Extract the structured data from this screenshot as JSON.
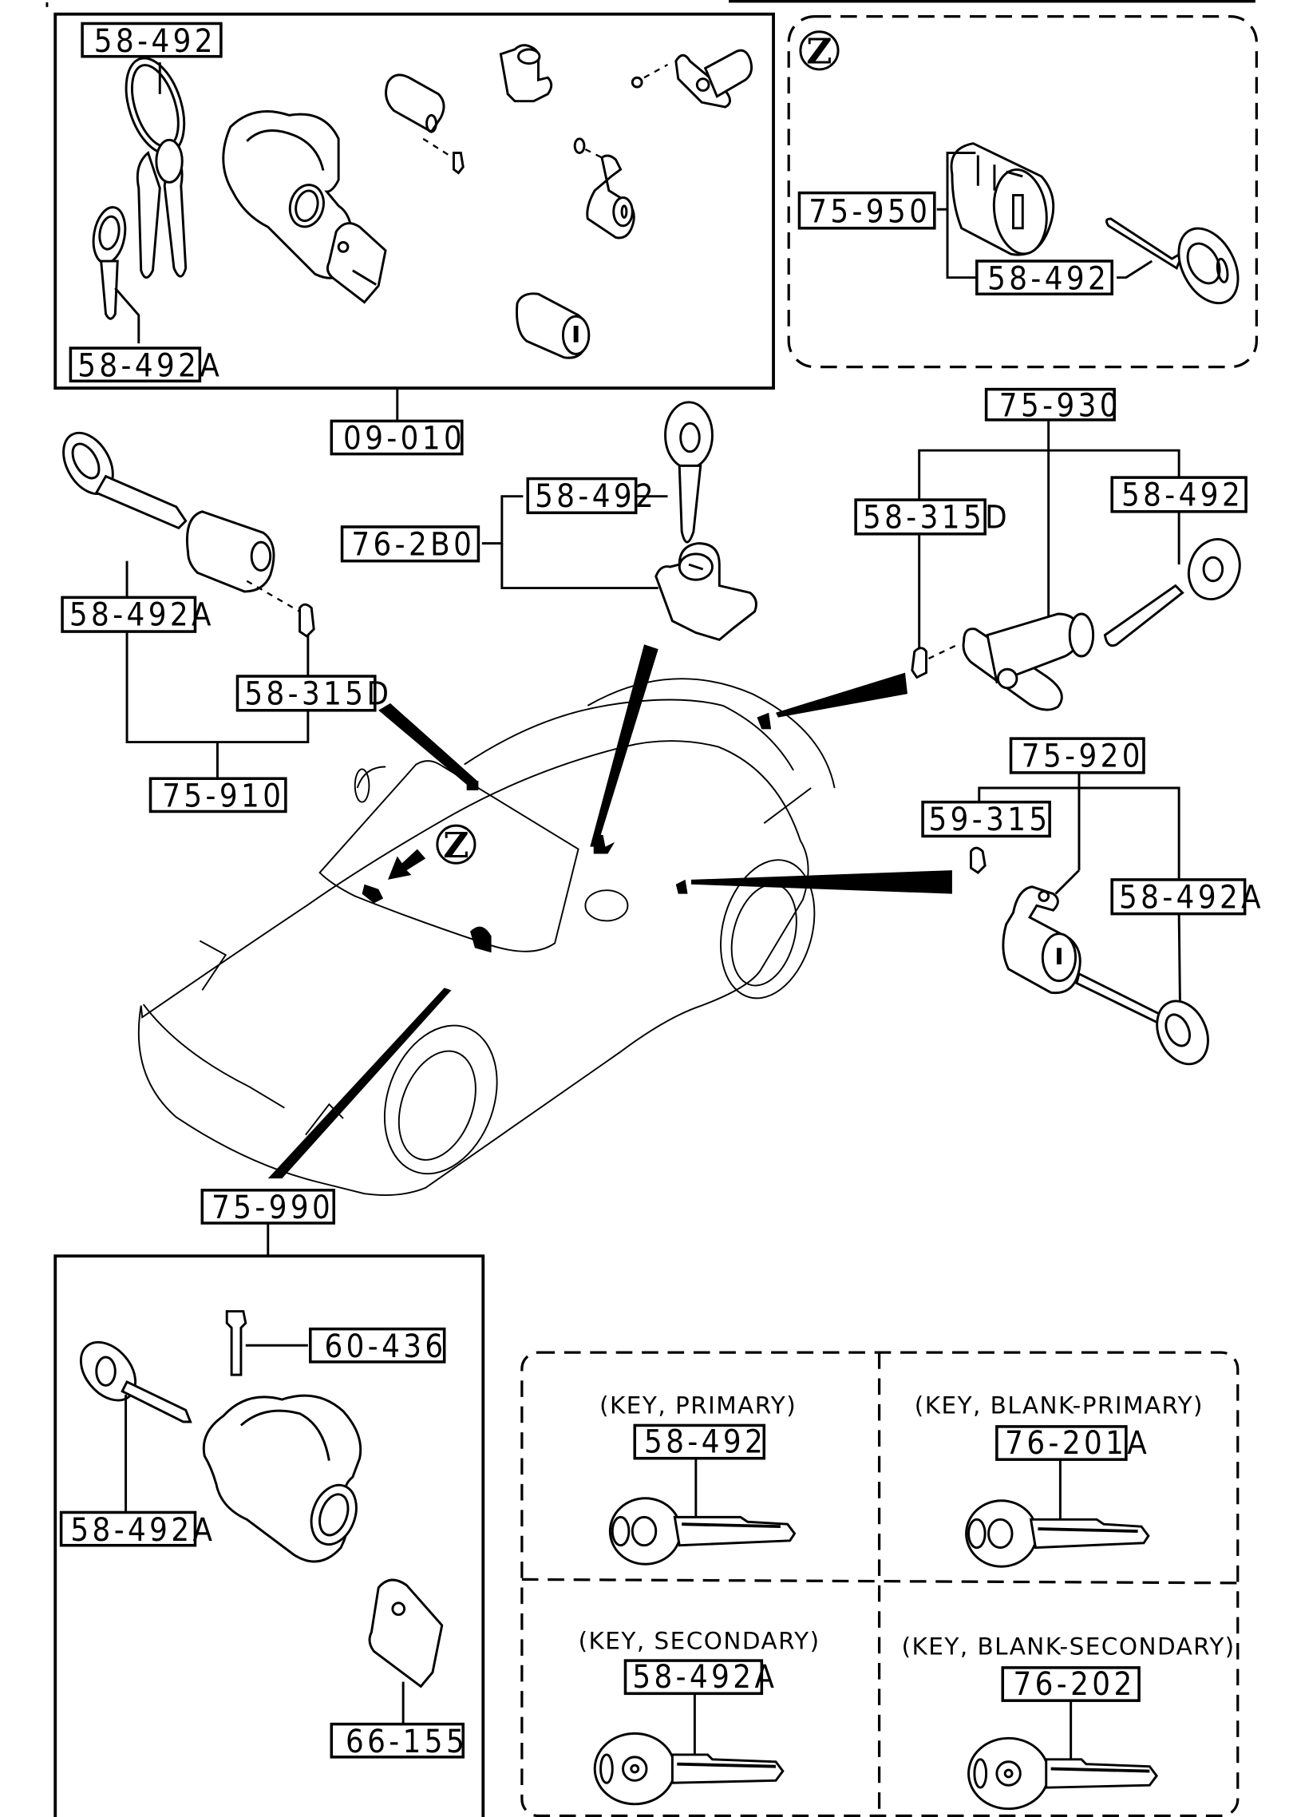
{
  "diagram": {
    "title": "Lock cylinder and key set parts diagram",
    "kit_box": {
      "labels": {
        "key_ring": "58-492",
        "secondary_key": "58-492A",
        "kit": "09-010"
      }
    },
    "detail_z": {
      "marker": "Z",
      "labels": {
        "cylinder": "75-950",
        "key": "58-492"
      }
    },
    "left_group": {
      "labels": {
        "key": "58-492A",
        "clip": "58-315D",
        "assembly": "75-910"
      }
    },
    "center_group": {
      "labels": {
        "assembly": "76-2B0",
        "key": "58-492"
      }
    },
    "right_top_group": {
      "labels": {
        "assembly": "75-930",
        "clip": "58-315D",
        "key": "58-492"
      }
    },
    "right_mid_group": {
      "labels": {
        "assembly": "75-920",
        "clip": "59-315",
        "key": "58-492A"
      }
    },
    "car": {
      "detail_marker": "Z"
    },
    "ignition_box": {
      "labels": {
        "assembly": "75-990",
        "bolt": "60-436",
        "key": "58-492A",
        "switch": "66-155"
      }
    },
    "key_types": [
      {
        "caption": "(KEY, PRIMARY)",
        "part": "58-492"
      },
      {
        "caption": "(KEY, BLANK-PRIMARY)",
        "part": "76-201A"
      },
      {
        "caption": "(KEY, SECONDARY)",
        "part": "58-492A"
      },
      {
        "caption": "(KEY, BLANK-SECONDARY)",
        "part": "76-202"
      }
    ]
  }
}
